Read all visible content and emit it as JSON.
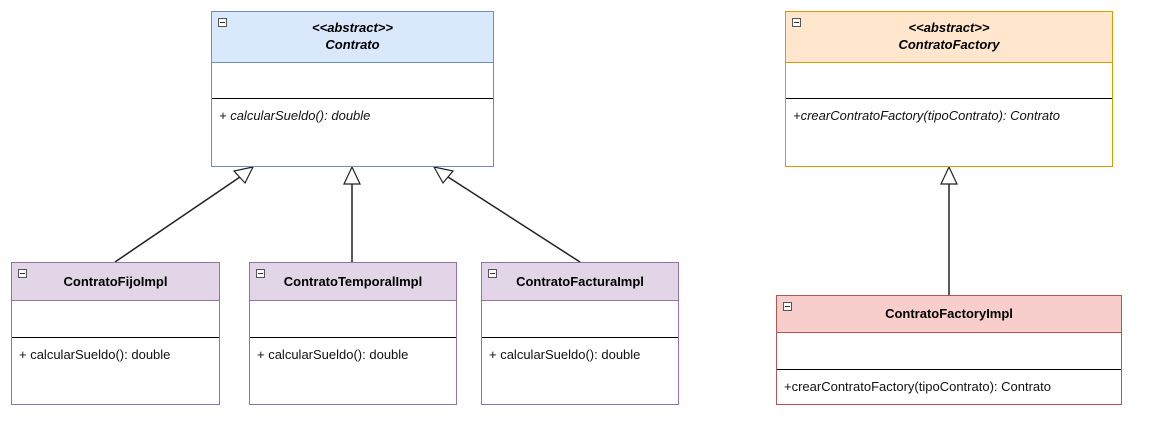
{
  "colors": {
    "abstract_fill": "#dae8fc",
    "abstract_stroke": "#6c8ebf",
    "factory_fill": "#ffe6cc",
    "factory_stroke": "#d79b00",
    "impl_fill": "#e1d5e7",
    "impl_stroke": "#9673a6",
    "factory_impl_fill": "#f8cecc",
    "factory_impl_stroke": "#b85450",
    "edge": "#222222"
  },
  "classes": {
    "contrato": {
      "stereotype": "<<abstract>>",
      "name": "Contrato",
      "operation": "+ calcularSueldo(): double"
    },
    "contrato_factory": {
      "stereotype": "<<abstract>>",
      "name": "ContratoFactory",
      "operation": "+crearContratoFactory(tipoContrato): Contrato"
    },
    "contrato_fijo_impl": {
      "name": "ContratoFijoImpl",
      "operation": "+ calcularSueldo(): double"
    },
    "contrato_temporal_impl": {
      "name": "ContratoTemporalImpl",
      "operation": "+ calcularSueldo(): double"
    },
    "contrato_factura_impl": {
      "name": "ContratoFacturaImpl",
      "operation": "+ calcularSueldo(): double"
    },
    "contrato_factory_impl": {
      "name": "ContratoFactoryImpl",
      "operation": "+crearContratoFactory(tipoContrato): Contrato"
    }
  },
  "edges": [
    {
      "from": "contrato_fijo_impl",
      "to": "contrato",
      "type": "generalization"
    },
    {
      "from": "contrato_temporal_impl",
      "to": "contrato",
      "type": "generalization"
    },
    {
      "from": "contrato_factura_impl",
      "to": "contrato",
      "type": "generalization"
    },
    {
      "from": "contrato_factory_impl",
      "to": "contrato_factory",
      "type": "generalization"
    }
  ]
}
